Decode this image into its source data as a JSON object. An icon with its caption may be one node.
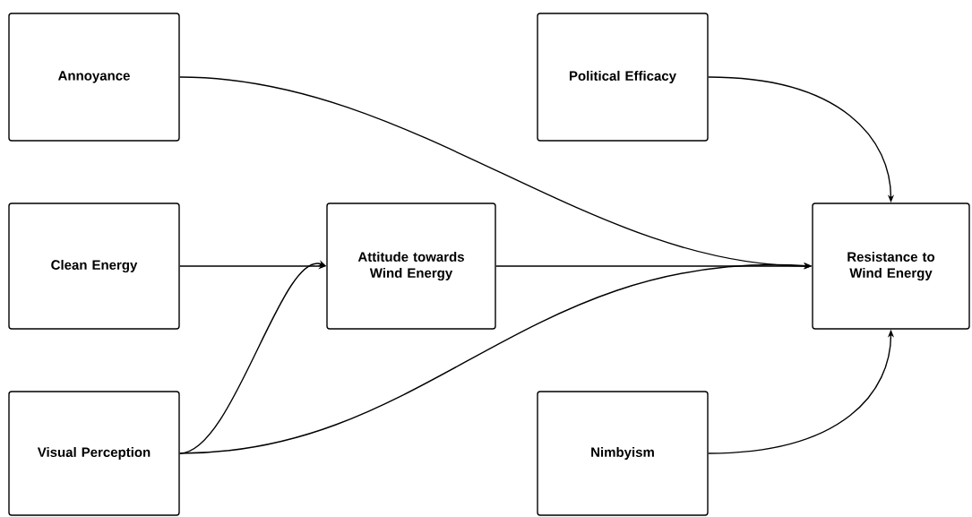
{
  "diagram": {
    "nodes": [
      {
        "text": [
          "Annoyance"
        ]
      },
      {
        "text": [
          "Political Efficacy"
        ]
      },
      {
        "text": [
          "Clean Energy"
        ]
      },
      {
        "text": [
          "Attitude towards Wind Energy"
        ]
      },
      {
        "text": [
          "Resistance to Wind Energy"
        ]
      },
      {
        "text": [
          "Visual Perception"
        ]
      },
      {
        "text": [
          "Nimbyism"
        ]
      }
    ],
    "edges": [
      {
        "from": 0,
        "to": 4,
        "arrow": "to"
      },
      {
        "from": 1,
        "to": 4,
        "arrow": "to"
      },
      {
        "from": 2,
        "to": 3,
        "arrow": "to"
      },
      {
        "from": 3,
        "to": 4,
        "arrow": "to"
      },
      {
        "from": 5,
        "to": 3,
        "arrow": "to"
      },
      {
        "from": 5,
        "to": 4,
        "arrow": "to"
      },
      {
        "from": 6,
        "to": 4,
        "arrow": "to"
      }
    ]
  }
}
